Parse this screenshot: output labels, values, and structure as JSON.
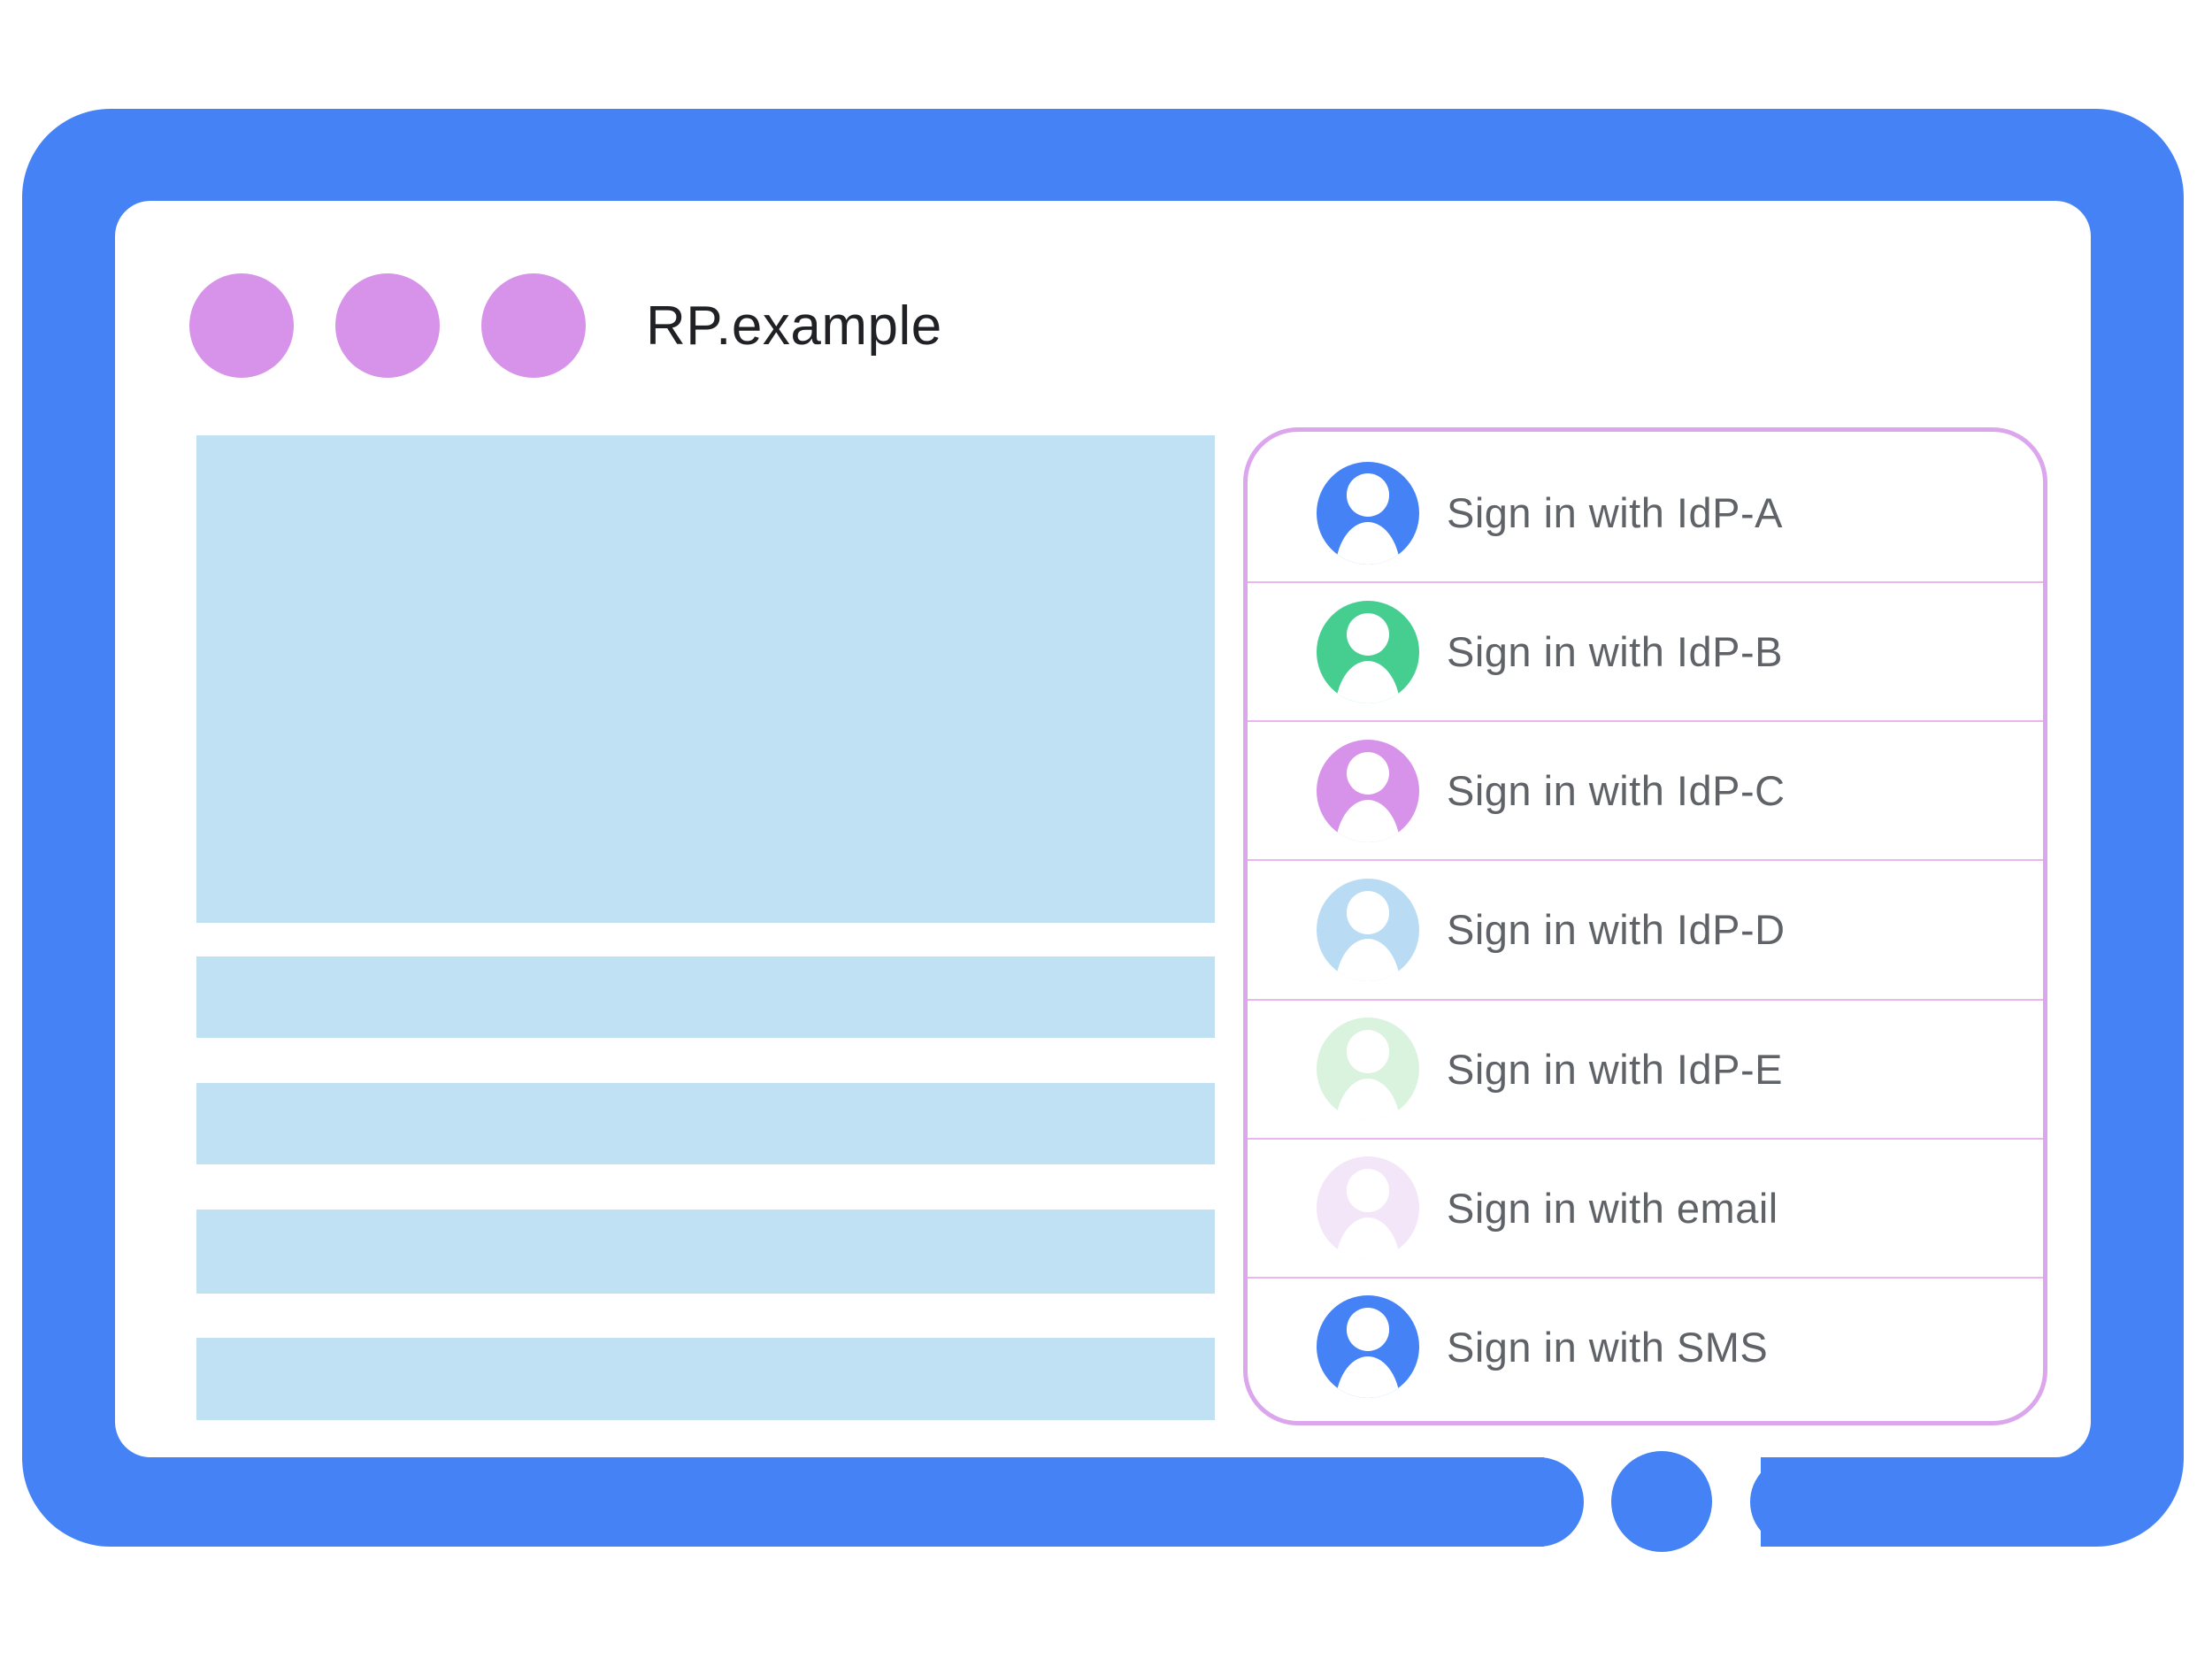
{
  "window": {
    "title": "RP.example",
    "controls": {
      "count": 3,
      "color": "#D793E9"
    }
  },
  "frame": {
    "color": "#4482F5",
    "screen_color": "#ffffff"
  },
  "content": {
    "placeholder_color": "#C0E0F3",
    "hero_block": "hero-placeholder",
    "text_bar_count": 4
  },
  "signin_panel": {
    "border_color": "#DCA6ED",
    "divider_color": "#EBB5EE",
    "text_color": "#5F6368",
    "items": [
      {
        "label": "Sign in with IdP-A",
        "avatar_color": "#4482F5"
      },
      {
        "label": "Sign in with IdP-B",
        "avatar_color": "#46CE90"
      },
      {
        "label": "Sign in with IdP-C",
        "avatar_color": "#D793E9"
      },
      {
        "label": "Sign in with IdP-D",
        "avatar_color": "#B9DCF4"
      },
      {
        "label": "Sign in with IdP-E",
        "avatar_color": "#DAF3DE"
      },
      {
        "label": "Sign in with email",
        "avatar_color": "#F3E6F8"
      },
      {
        "label": "Sign in with SMS",
        "avatar_color": "#4482F5"
      }
    ]
  },
  "home_button": {
    "color": "#4482F5"
  }
}
